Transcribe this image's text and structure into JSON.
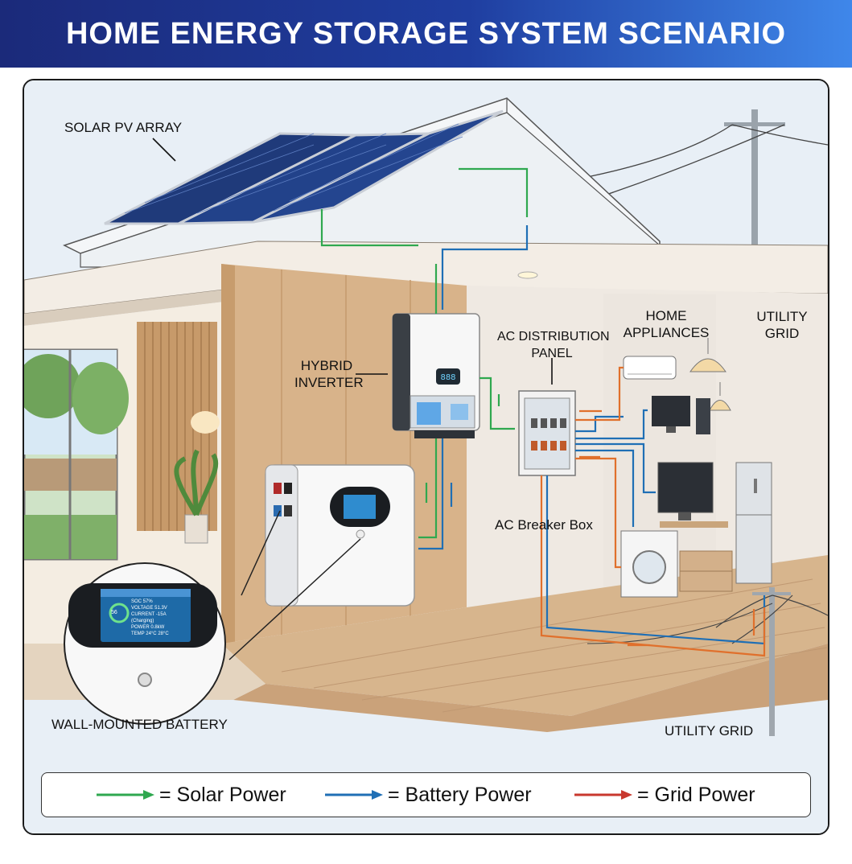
{
  "title": "HOME ENERGY STORAGE SYSTEM SCENARIO",
  "labels": {
    "solar_pv_array": "SOLAR PV ARRAY",
    "hybrid_inverter_line1": "HYBRID",
    "hybrid_inverter_line2": "INVERTER",
    "ac_distribution_line1": "AC DISTRIBUTION",
    "ac_distribution_line2": "PANEL",
    "home_appliances_line1": "HOME",
    "home_appliances_line2": "APPLIANCES",
    "utility_grid_top_line1": "UTILITY",
    "utility_grid_top_line2": "GRID",
    "ac_breaker_box": "AC Breaker Box",
    "wall_mounted_battery": "WALL-MOUNTED BATTERY",
    "utility_grid_bottom": "UTILITY GRID"
  },
  "battery_display": {
    "soc_ring_value": "56",
    "soc_label": "SOC",
    "soc_value": "57%",
    "voltage_label": "VOLTAGE",
    "voltage_value": "51.3V",
    "current_label": "CURRENT",
    "current_value": "-15A (Charging)",
    "power_label": "POWER",
    "power_value": "0.8kW",
    "temp_label": "TEMP",
    "temp_value1": "24°C",
    "temp_value2": "28°C"
  },
  "legend": [
    {
      "text": "= Solar Power",
      "color": "#2fa84f"
    },
    {
      "text": "= Battery Power",
      "color": "#1f6fb5"
    },
    {
      "text": "= Grid Power",
      "color": "#c8382e"
    }
  ],
  "colors": {
    "solar": "#2fa84f",
    "battery": "#1f6fb5",
    "grid": "#e0702c",
    "banner_start": "#1b2a7a",
    "banner_end": "#3f87ea"
  }
}
